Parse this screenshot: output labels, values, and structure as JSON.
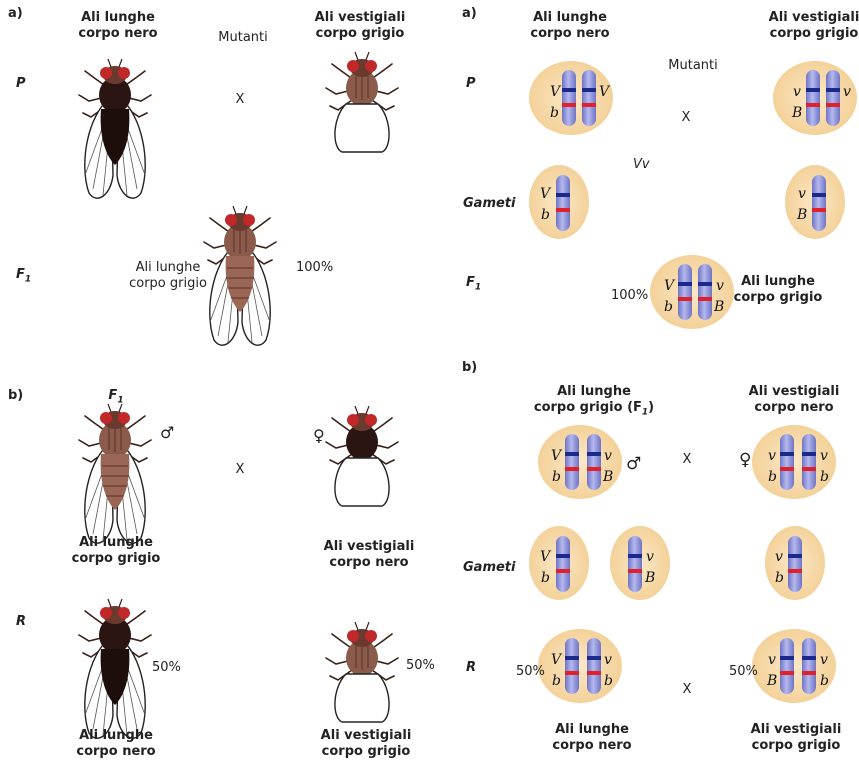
{
  "left": {
    "section_a": "a)",
    "section_b": "b)",
    "P": "P",
    "F1": "F",
    "F1_sub": "1",
    "R": "R",
    "p_left_label": [
      "Ali lunghe",
      "corpo nero"
    ],
    "p_right_label": [
      "Ali vestigiali",
      "corpo grigio"
    ],
    "mutanti": "Mutanti",
    "cross": "X",
    "f1_label": [
      "Ali lunghe",
      "corpo grigio"
    ],
    "f1_percent": "100%",
    "b_f1_tag": "F",
    "b_f1_tag_sub": "1",
    "male": "♂",
    "female": "♀",
    "b_left_label": [
      "Ali lunghe",
      "corpo grigio"
    ],
    "b_right_label": [
      "Ali vestigiali",
      "corpo nero"
    ],
    "r_left_percent": "50%",
    "r_right_percent": "50%",
    "r_left_label": [
      "Ali lunghe",
      "corpo nero"
    ],
    "r_right_label": [
      "Ali vestigiali",
      "corpo grigio"
    ]
  },
  "right": {
    "section_a": "a)",
    "section_b": "b)",
    "P": "P",
    "gameti": "Gameti",
    "F1": "F",
    "F1_sub": "1",
    "R": "R",
    "p_left_label": [
      "Ali lunghe",
      "corpo nero"
    ],
    "p_right_label": [
      "Ali vestigiali",
      "corpo grigio"
    ],
    "mutanti": "Mutanti",
    "cross": "X",
    "vv": "Vv",
    "f1_percent": "100%",
    "f1_label": [
      "Ali lunghe",
      "corpo grigio"
    ],
    "b_left_label": [
      "Ali lunghe",
      "corpo grigio (F",
      "1",
      ")"
    ],
    "b_right_label": [
      "Ali vestigiali",
      "corpo nero"
    ],
    "male": "♂",
    "female": "♀",
    "r_left_percent": "50%",
    "r_right_percent": "50%",
    "r_left_label": [
      "Ali lunghe",
      "corpo nero"
    ],
    "r_right_label": [
      "Ali vestigiali",
      "corpo grigio"
    ],
    "alleles": {
      "V": "V",
      "v": "v",
      "b": "b",
      "B": "B"
    }
  },
  "colors": {
    "cell": "#f6d7a6",
    "chromosome": "#8d92d8",
    "band_blue": "#1b2a8a",
    "band_red": "#e0202a",
    "fly_grey": "#8a5a4a",
    "fly_black": "#2a1512",
    "eye": "#c0282a"
  }
}
